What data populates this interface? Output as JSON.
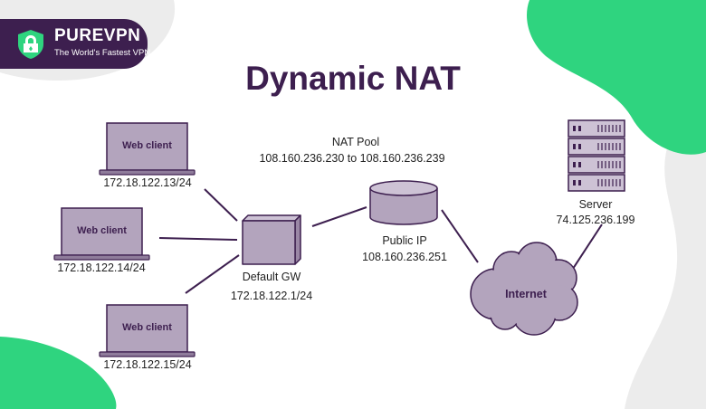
{
  "brand": {
    "name": "PUREVPN",
    "tagline": "The World's Fastest VPN"
  },
  "title": "Dynamic NAT",
  "clients": [
    {
      "label": "Web client",
      "ip": "172.18.122.13/24"
    },
    {
      "label": "Web client",
      "ip": "172.18.122.14/24"
    },
    {
      "label": "Web client",
      "ip": "172.18.122.15/24"
    }
  ],
  "gateway": {
    "label": "Default GW",
    "ip": "172.18.122.1/24"
  },
  "nat_pool": {
    "label": "NAT Pool",
    "range": "108.160.236.230 to 108.160.236.239"
  },
  "public_ip": {
    "label": "Public IP",
    "ip": "108.160.236.251"
  },
  "internet": {
    "label": "Internet"
  },
  "server": {
    "label": "Server",
    "ip": "74.125.236.199"
  },
  "colors": {
    "brand_dark": "#3d1f4f",
    "device_fill": "#b3a4bd",
    "device_dark": "#9a87a5",
    "device_light": "#cdc2d5",
    "green_blob": "#2fd47f",
    "grey_blob": "#ececec"
  }
}
